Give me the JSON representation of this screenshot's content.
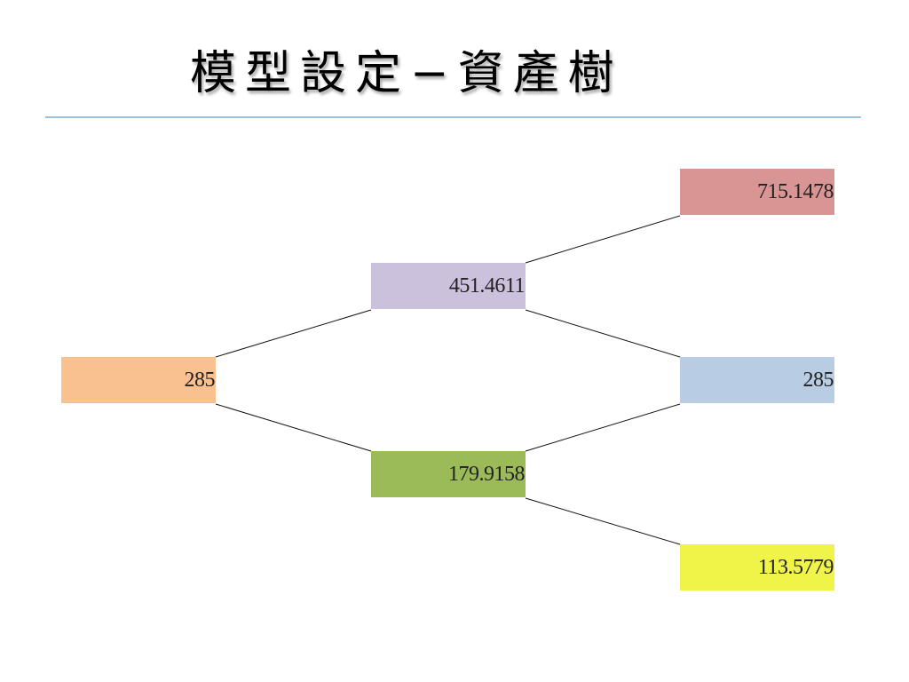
{
  "title": "模型設定−資產樹",
  "nodes": [
    {
      "id": "n0",
      "value": "285",
      "color": "#f9c090"
    },
    {
      "id": "n1u",
      "value": "451.4611",
      "color": "#ccc1dc"
    },
    {
      "id": "n1d",
      "value": "179.9158",
      "color": "#9bbb59"
    },
    {
      "id": "n2uu",
      "value": "715.1478",
      "color": "#d99594"
    },
    {
      "id": "n2ud",
      "value": "285",
      "color": "#b8cce4"
    },
    {
      "id": "n2dd",
      "value": "113.5779",
      "color": "#f0f449"
    }
  ]
}
